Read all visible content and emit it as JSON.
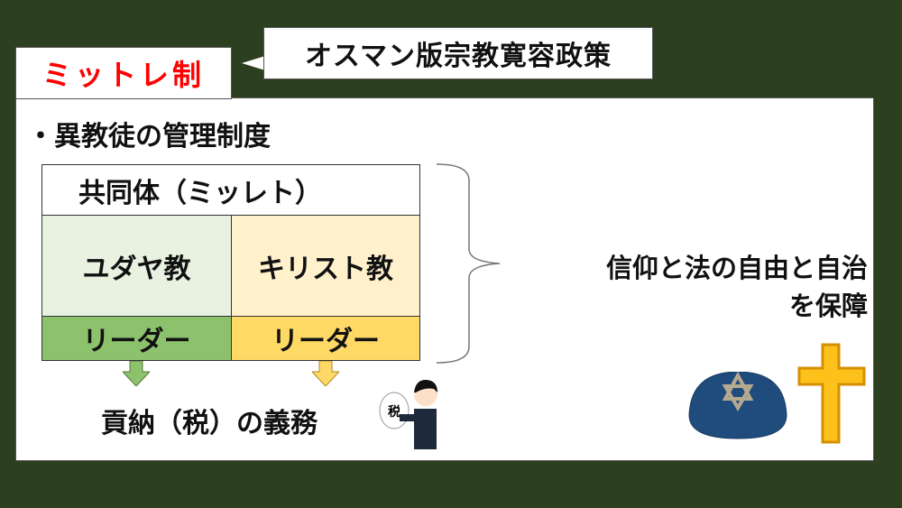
{
  "title": "ミットレ制",
  "callout": "オスマン版宗教寛容政策",
  "bullet": "・異教徒の管理制度",
  "table": {
    "header": "共同体（ミッレト）",
    "columns": [
      {
        "name": "ユダヤ教",
        "leader": "リーダー",
        "color": "#e9f1e1",
        "leader_color": "#8dc26c"
      },
      {
        "name": "キリスト教",
        "leader": "リーダー",
        "color": "#fff1cc",
        "leader_color": "#ffd966"
      }
    ]
  },
  "rights": {
    "line1": "信仰と法の自由と自治",
    "line2": "を保障"
  },
  "duty": "貢納（税）の義務",
  "tax_bag_label": "税",
  "colors": {
    "background": "#2c3f1e",
    "title": "#ff0000"
  }
}
